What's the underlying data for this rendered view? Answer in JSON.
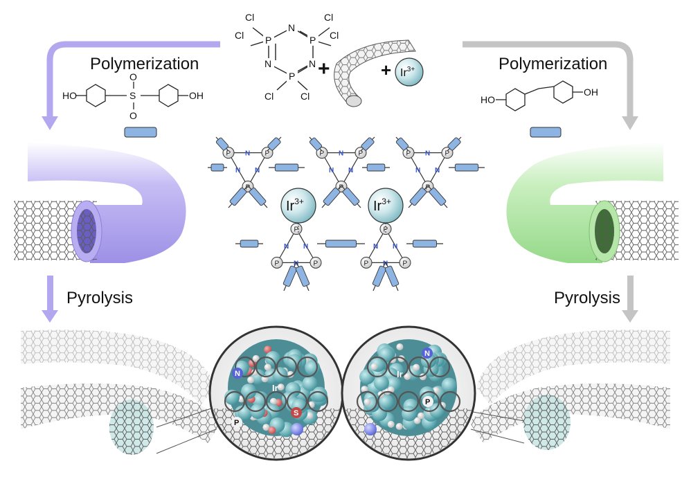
{
  "labels": {
    "left_polymerization": "Polymerization",
    "right_polymerization": "Polymerization",
    "left_pyrolysis": "Pyrolysis",
    "right_pyrolysis": "Pyrolysis",
    "plus": "+"
  },
  "chem": {
    "cl": "Cl",
    "p": "P",
    "n": "N",
    "ho": "HO",
    "oh": "OH",
    "o": "O",
    "s": "S",
    "ir_base": "Ir",
    "ir_sup": "3+"
  },
  "zoom_labels": {
    "n": "N",
    "ir": "Ir",
    "p": "P",
    "s": "S"
  },
  "colors": {
    "purple": "#a79bea",
    "green": "#a9e39a",
    "gray_arrow": "#bdbdbd",
    "bond_blue": "#8db4e2",
    "n_blue": "#3a56c8",
    "ir_teal": "#5fa9b4"
  }
}
